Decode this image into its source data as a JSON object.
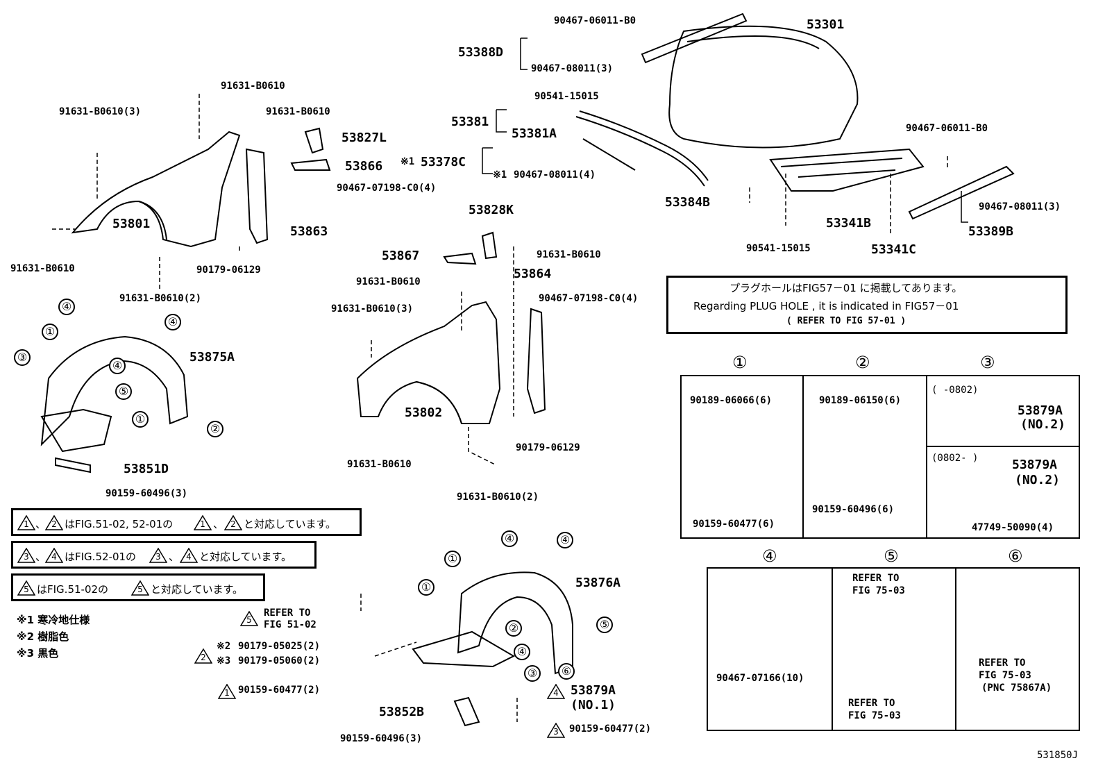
{
  "parts": {
    "p53301": "53301",
    "p90467_06011_B0_a": "90467-06011-B0",
    "p53388D": "53388D",
    "p90467_08011_3_a": "90467-08011(3)",
    "p90541_15015_a": "90541-15015",
    "p53381": "53381",
    "p53381A": "53381A",
    "p53378C": "53378C",
    "p90467_08011_4": "90467-08011(4)",
    "p90467_06011_B0_b": "90467-06011-B0",
    "p53384B": "53384B",
    "p53341B": "53341B",
    "p90467_08011_3_b": "90467-08011(3)",
    "p53389B": "53389B",
    "p90541_15015_b": "90541-15015",
    "p53341C": "53341C",
    "p91631_B0610_top": "91631-B0610",
    "p91631_B0610_3_l": "91631-B0610(3)",
    "p91631_B0610_r": "91631-B0610",
    "p53827L": "53827L",
    "p53866": "53866",
    "p90467_07198_C0_4_a": "90467-07198-C0(4)",
    "p53801": "53801",
    "p53863": "53863",
    "p91631_B0610_left": "91631-B0610",
    "p90179_06129_a": "90179-06129",
    "p91631_B0610_2_l": "91631-B0610(2)",
    "p53828K": "53828K",
    "p53867": "53867",
    "p91631_B0610_m1": "91631-B0610",
    "p53864": "53864",
    "p91631_B0610_m2": "91631-B0610",
    "p90467_07198_C0_4_b": "90467-07198-C0(4)",
    "p91631_B0610_3_m": "91631-B0610(3)",
    "p53802": "53802",
    "p90179_06129_b": "90179-06129",
    "p91631_B0610_m3": "91631-B0610",
    "p91631_B0610_2_m": "91631-B0610(2)",
    "p53875A": "53875A",
    "p53851D": "53851D",
    "p90159_60496_3_a": "90159-60496(3)",
    "p53876A": "53876A",
    "p90179_05025_2": "90179-05025(2)",
    "p90179_05060_2": "90179-05060(2)",
    "p90159_60477_2_a": "90159-60477(2)",
    "p53852B": "53852B",
    "p90159_60496_3_b": "90159-60496(3)",
    "p90159_60477_2_b": "90159-60477(2)",
    "p53879A_no1": "53879A",
    "p53879A_no1_sub": "(NO.1)",
    "refer_51_02_a": "REFER TO",
    "refer_51_02_b": "FIG 51-02",
    "ref_mark1": "※1",
    "ref_mark1b": "※1",
    "ref_mark2": "※2",
    "ref_mark3": "※3",
    "fig_code": "531850J"
  },
  "plug_hole_box": {
    "line1": "プラグホールはFIG57－01 に掲載してあります。",
    "line2": "Regarding  PLUG HOLE , it is indicated in FIG57－01",
    "line3": "(   REFER TO FIG 57-01   )"
  },
  "notes": {
    "note1_pre": "、",
    "note1_post": "はFIG.51-02, 52-01の",
    "note1_mid": "、",
    "note1_end": "と対応しています。",
    "note2_pre": "、",
    "note2_post": "はFIG.52-01の",
    "note2_mid": "、",
    "note2_end": "と対応しています。",
    "note3_post": "はFIG.51-02の",
    "note3_end": "と対応しています。",
    "foot1": "※1 寒冷地仕様",
    "foot2": "※2 樹脂色",
    "foot3": "※3 黒色"
  },
  "detail_panels": {
    "h1": "①",
    "h2": "②",
    "h3": "③",
    "h4": "④",
    "h5": "⑤",
    "h6": "⑥",
    "d1_a": "90189-06066(6)",
    "d1_b": "90159-60477(6)",
    "d2_a": "90189-06150(6)",
    "d2_b": "90159-60496(6)",
    "d3_range_a": "(     -0802)",
    "d3_part_a": "53879A",
    "d3_part_a_sub": "(NO.2)",
    "d3_range_b": "(0802-      )",
    "d3_part_b": "53879A",
    "d3_part_b_sub": "(NO.2)",
    "d3_c": "47749-50090(4)",
    "d4_a": "90467-07166(10)",
    "d5_ref1a": "REFER TO",
    "d5_ref1b": "FIG 75-03",
    "d5_ref2a": "REFER TO",
    "d5_ref2b": "FIG 75-03",
    "d6_ref_a": "REFER TO",
    "d6_ref_b": "FIG 75-03",
    "d6_ref_c": "(PNC 75867A)"
  },
  "callouts": {
    "c1": "①",
    "c2": "②",
    "c3": "③",
    "c4": "④",
    "c5": "⑤",
    "c6": "⑥",
    "t1": "1",
    "t2": "2",
    "t3": "3",
    "t4": "4",
    "t5": "5"
  }
}
